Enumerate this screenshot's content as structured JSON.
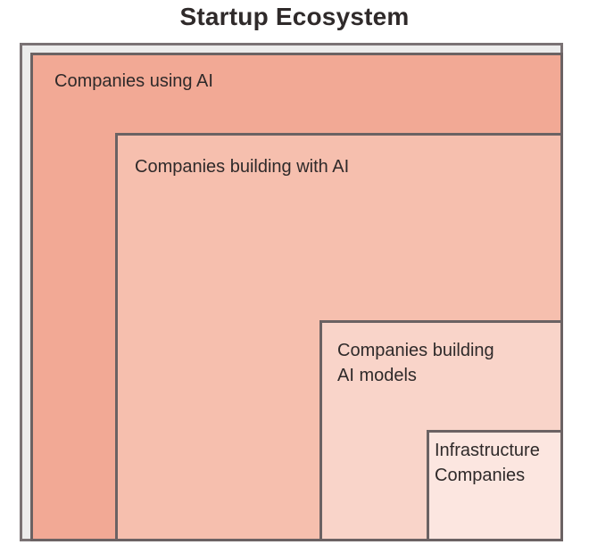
{
  "title": "Startup Ecosystem",
  "layers": [
    {
      "label": "Companies using AI",
      "color": "#f2a995"
    },
    {
      "label": "Companies building with AI",
      "color": "#f6bfae"
    },
    {
      "label": "Companies building\nAI models",
      "color": "#f9d4c9"
    },
    {
      "label": "Infrastructure\nCompanies",
      "color": "#fce6e0"
    }
  ],
  "border_color": "#6b6263"
}
